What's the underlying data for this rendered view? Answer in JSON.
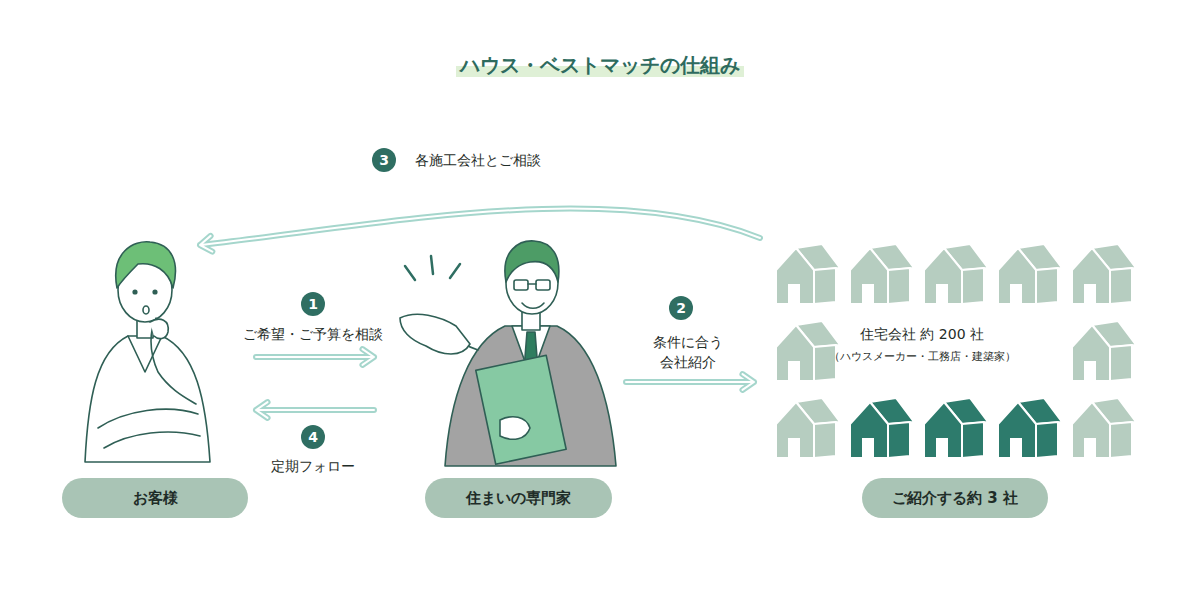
{
  "diagram": {
    "title": "ハウス・ベストマッチの仕組み",
    "nodes": [
      {
        "text": [
          "お客様"
        ]
      },
      {
        "text": [
          "住まいの専門家"
        ]
      },
      {
        "text": [
          "住宅会社 約 200 社",
          "（ハウスメーカー・工務店・建築家）"
        ]
      },
      {
        "text": [
          "ご紹介する約 3 社"
        ],
        "in": 2
      }
    ],
    "edges": [
      {
        "from": 0,
        "to": 1,
        "arrow": "to",
        "label": "ご希望・ご予算を相談"
      },
      {
        "from": 1,
        "to": 0,
        "arrow": "to",
        "label": "定期フォロー"
      },
      {
        "from": 1,
        "to": 2,
        "arrow": "to",
        "label": "条件に合う 会社紹介"
      },
      {
        "from": 2,
        "to": 0,
        "arrow": "to",
        "label": "各施工会社とご相談"
      }
    ],
    "labels": [
      "1",
      "2",
      "3",
      "4"
    ]
  }
}
